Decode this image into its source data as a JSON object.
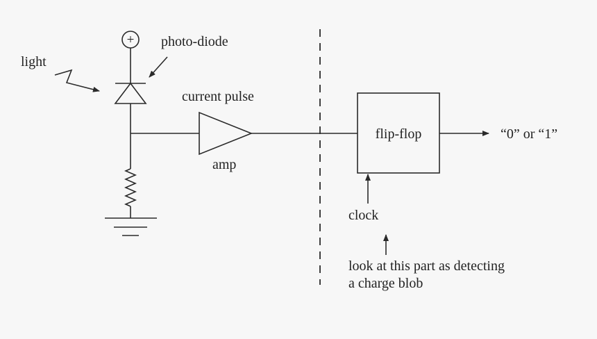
{
  "labels": {
    "plus_sign": "+",
    "photo_diode": "photo-diode",
    "light": "light",
    "current_pulse": "current pulse",
    "amp": "amp",
    "flip_flop": "flip-flop",
    "output": "“0” or “1”",
    "clock": "clock",
    "note_line1": "look at this part as detecting",
    "note_line2": "a charge blob"
  }
}
